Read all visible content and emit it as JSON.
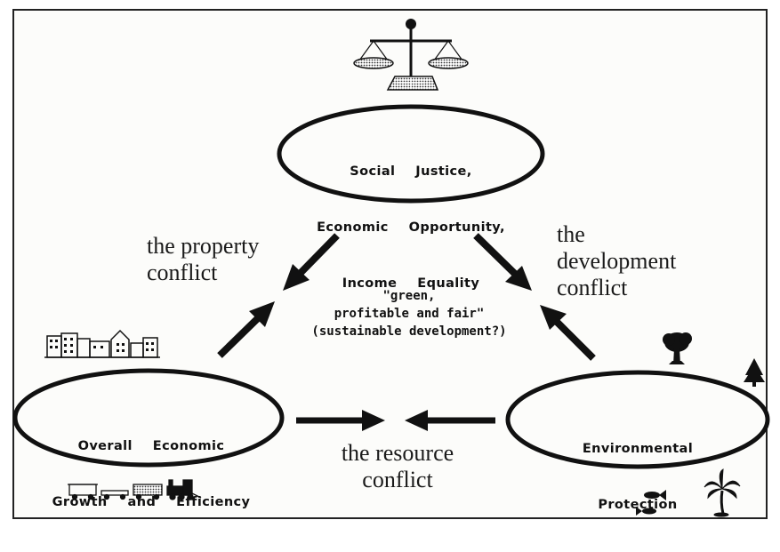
{
  "nodes": {
    "social": {
      "lines": [
        "Social  Justice,",
        "Economic  Opportunity,",
        "Income  Equality"
      ]
    },
    "economic": {
      "lines": [
        "Overall  Economic",
        "Growth  and  Efficiency"
      ]
    },
    "environment": {
      "lines": [
        "Environmental",
        "Protection"
      ]
    }
  },
  "conflicts": {
    "property": {
      "line1": "the property",
      "line2": "conflict"
    },
    "development": {
      "line1": "the",
      "line2": "development",
      "line3": "conflict"
    },
    "resource": {
      "line1": "the resource",
      "line2": "conflict"
    }
  },
  "center": {
    "line1": "\"green,",
    "line2": "profitable and fair\"",
    "line3": "(sustainable development?)"
  }
}
